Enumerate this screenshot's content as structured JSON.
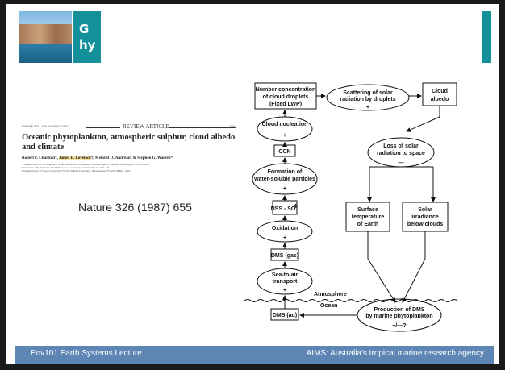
{
  "header": {
    "title_fragment_line1": "G",
    "title_fragment_line2": "hy"
  },
  "paper": {
    "journal_line": "NATURE VOL. 326 16 APRIL 1987",
    "page_number": "655",
    "section": "REVIEW ARTICLE",
    "title": "Oceanic phytoplankton, atmospheric sulphur, cloud albedo and climate",
    "authors_before": "Robert J. Charlson*, ",
    "authors_highlight": "James E. Lovelock",
    "authors_after": "†, Meinrat O. Andreae‡ & Stephen G. Warren*",
    "affiliation_1": "* Department of Atmospheric Sciences AK-40, University of Washington, Seattle, Washington 98195, USA",
    "affiliation_2": "† Coombe Mill Experimental Station, Launceston, Cornwall PL15 9RY, UK",
    "affiliation_3": "‡ Department of Oceanography, Florida State University, Tallahassee, Florida 32306, USA",
    "citation": "Nature 326 (1987) 655"
  },
  "diagram": {
    "number_concentration": [
      "Number concentration",
      "of cloud droplets",
      "(Fixed LWP)"
    ],
    "scattering": [
      "Scattering of solar",
      "radiation by droplets"
    ],
    "cloud_albedo": [
      "Cloud",
      "albedo"
    ],
    "cloud_nucleation": "Cloud nucleation",
    "loss_solar": [
      "Loss of solar",
      "radiation to space"
    ],
    "ccn": "CCN",
    "formation": [
      "Formation of",
      "water-soluble particles"
    ],
    "nss": "NSS - SO",
    "surface_temp": [
      "Surface",
      "temperature",
      "of Earth"
    ],
    "solar_irradiance": [
      "Solar",
      "irradiance",
      "below clouds"
    ],
    "oxidation": "Oxidation",
    "dms_gas": "DMS (gas)",
    "sea_to_air": [
      "Sea-to-air",
      "transport"
    ],
    "atmosphere": "Atmosphere",
    "ocean": "Ocean",
    "dms_aq": "DMS (aq)",
    "production": [
      "Production of DMS",
      "by marine phytoplankton"
    ],
    "plus": "+",
    "minus": "—",
    "plus_minus": "+/—?"
  },
  "footer": {
    "left": "Env101 Earth Systems Lecture",
    "right": "AIMS: Australia's tropical marine research agency."
  },
  "colors": {
    "teal": "#13909a",
    "footer_blue": "#5e86b4",
    "highlight": "#f4e4a0"
  }
}
